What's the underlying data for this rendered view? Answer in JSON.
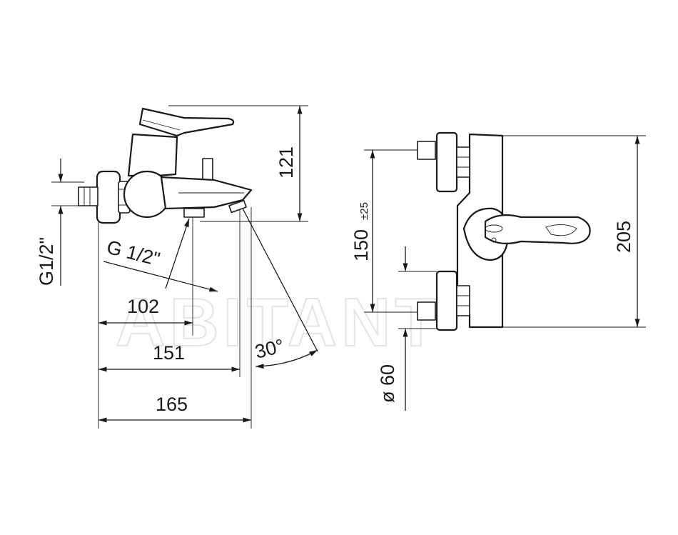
{
  "watermark": "ABITANT",
  "dimensions": {
    "thread_side": "G1/2\"",
    "thread_outlet": "G 1/2\"",
    "d_102": "102",
    "d_151": "151",
    "d_165": "165",
    "d_121": "121",
    "angle": "30°",
    "d_150": "150",
    "tolerance": "±25",
    "d_205": "205",
    "diameter": "ø 60"
  }
}
